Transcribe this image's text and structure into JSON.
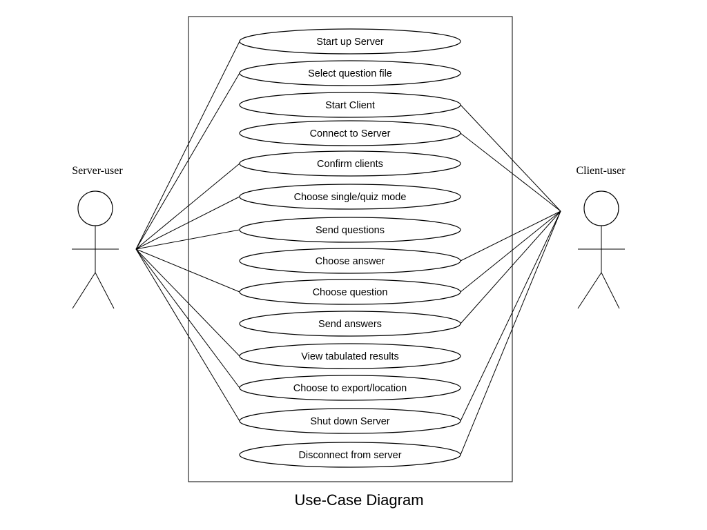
{
  "actors": {
    "server": {
      "label": "Server-user"
    },
    "client": {
      "label": "Client-user"
    }
  },
  "use_cases": [
    {
      "id": "start-up-server",
      "label": "Start up Server",
      "server": true,
      "client": false
    },
    {
      "id": "select-question-file",
      "label": "Select question file",
      "server": true,
      "client": false
    },
    {
      "id": "start-client",
      "label": "Start Client",
      "server": false,
      "client": true
    },
    {
      "id": "connect-to-server",
      "label": "Connect to Server",
      "server": false,
      "client": true
    },
    {
      "id": "confirm-clients",
      "label": "Confirm clients",
      "server": true,
      "client": false
    },
    {
      "id": "choose-single-quiz-mode",
      "label": "Choose single/quiz mode",
      "server": true,
      "client": false
    },
    {
      "id": "send-questions",
      "label": "Send questions",
      "server": true,
      "client": false
    },
    {
      "id": "choose-answer",
      "label": "Choose answer",
      "server": false,
      "client": true
    },
    {
      "id": "choose-question",
      "label": "Choose question",
      "server": true,
      "client": true
    },
    {
      "id": "send-answers",
      "label": "Send answers",
      "server": false,
      "client": true
    },
    {
      "id": "view-tabulated-results",
      "label": "View tabulated results",
      "server": true,
      "client": false
    },
    {
      "id": "choose-to-export-location",
      "label": "Choose to export/location",
      "server": true,
      "client": false
    },
    {
      "id": "shut-down-server",
      "label": "Shut down Server",
      "server": true,
      "client": true
    },
    {
      "id": "disconnect-from-server",
      "label": "Disconnect from server",
      "server": false,
      "client": true
    }
  ],
  "caption": "Use-Case Diagram"
}
